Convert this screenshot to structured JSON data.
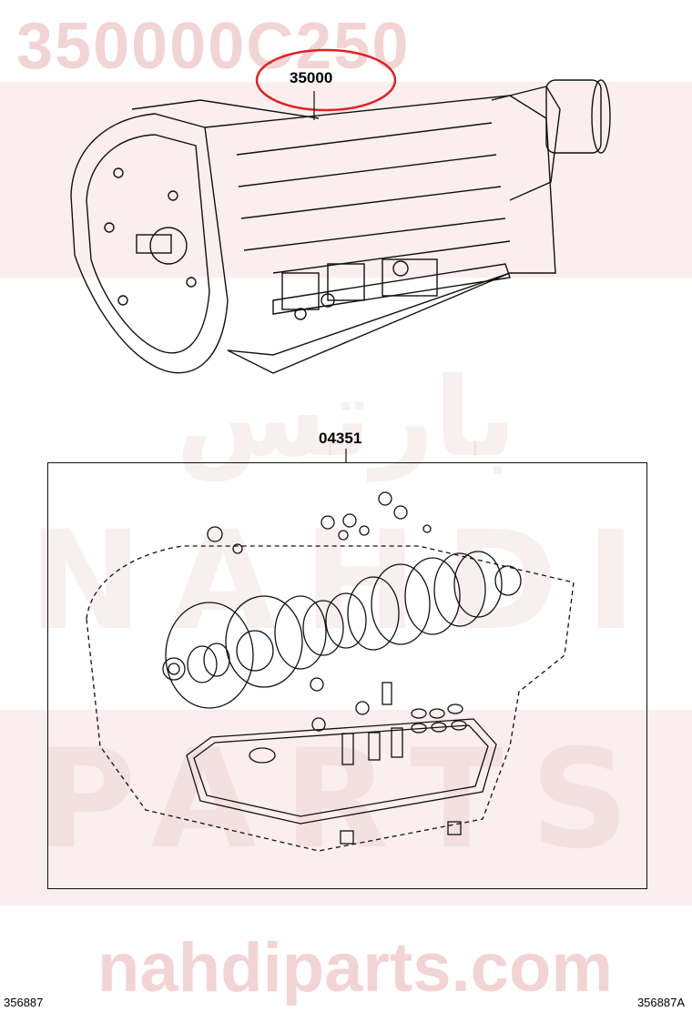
{
  "watermark": {
    "part_code": "350000C250",
    "site": "nahdiparts.com",
    "brand_latin_top": "NAHDI",
    "brand_latin_bottom": "PARTS",
    "brand_arabic": "بارتس"
  },
  "callouts": {
    "transmission": "35000",
    "overhaul_kit": "04351"
  },
  "footer": {
    "left_code": "356887",
    "right_code": "356887A"
  },
  "colors": {
    "highlight": "#e02020",
    "watermark": "#d67878"
  }
}
